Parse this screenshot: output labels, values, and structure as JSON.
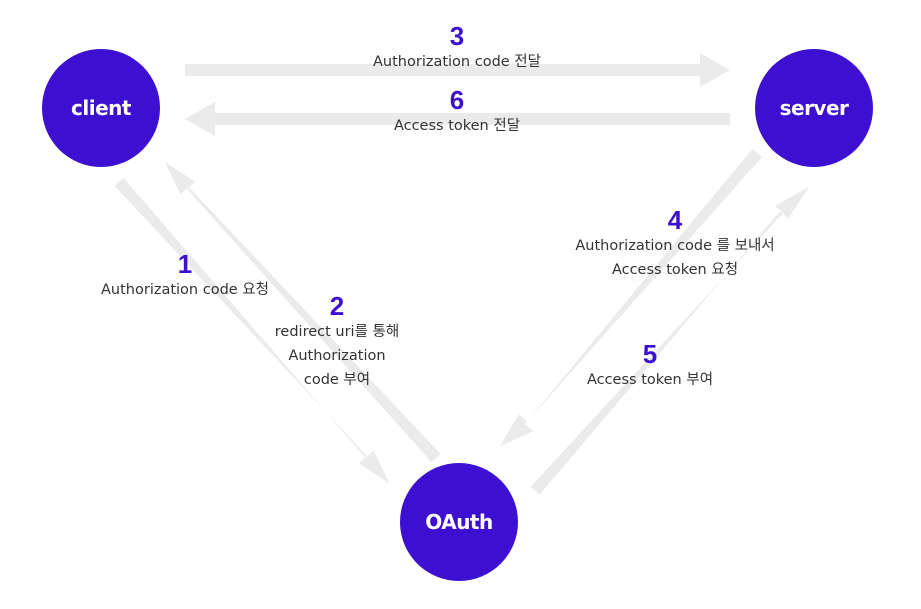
{
  "nodes": {
    "client": "client",
    "server": "server",
    "oauth": "OAuth"
  },
  "steps": [
    {
      "num": "1",
      "lines": [
        "Authorization code 요청"
      ]
    },
    {
      "num": "2",
      "lines": [
        "redirect uri를 통해",
        "Authorization",
        "code 부여"
      ]
    },
    {
      "num": "3",
      "lines": [
        "Authorization code 전달"
      ]
    },
    {
      "num": "4",
      "lines": [
        "Authorization code 를 보내서",
        "Access token 요청"
      ]
    },
    {
      "num": "5",
      "lines": [
        "Access token 부여"
      ]
    },
    {
      "num": "6",
      "lines": [
        "Access token 전달"
      ]
    }
  ],
  "colors": {
    "node": "#3d0fd1",
    "step_number": "#3d0fd1",
    "arrow": "#ebebeb",
    "text": "#333333"
  }
}
